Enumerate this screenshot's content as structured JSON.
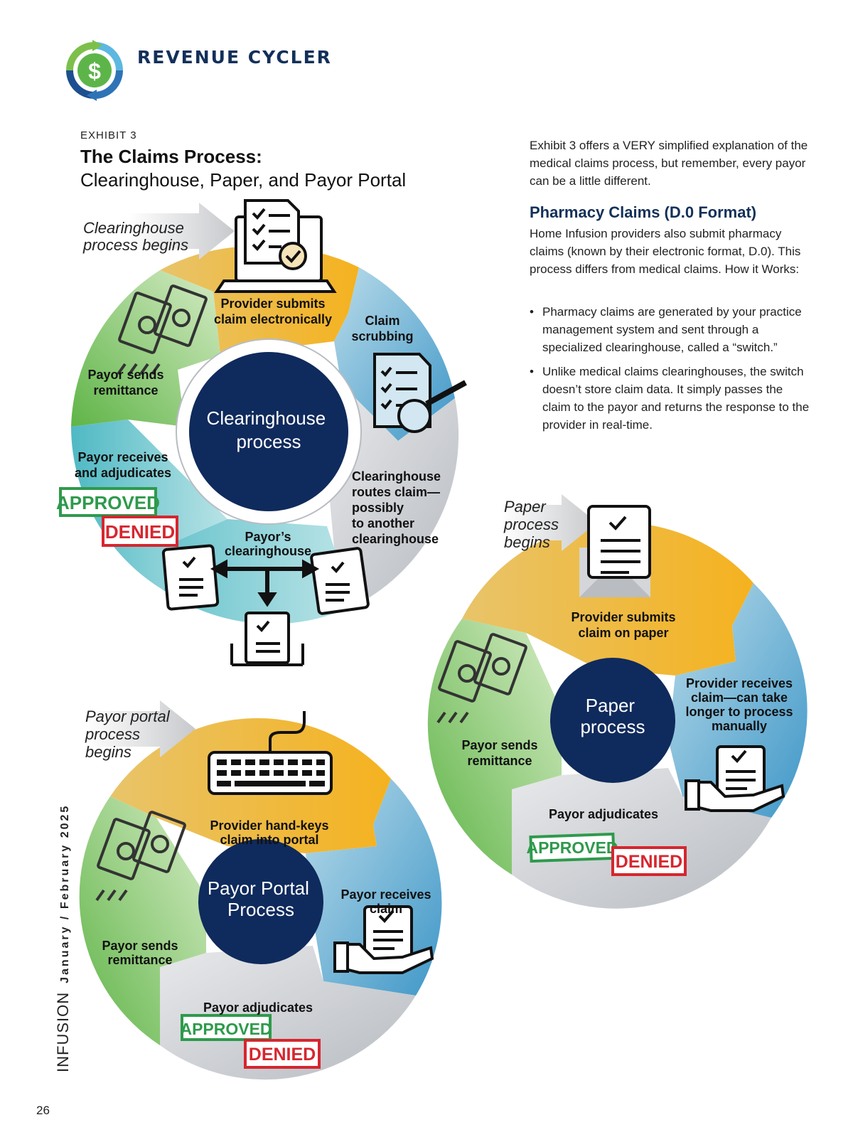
{
  "header": {
    "logo_icon": "dollar-cycle-icon",
    "title": "REVENUE CYCLER"
  },
  "exhibit": {
    "label": "EXHIBIT 3",
    "title": "The Claims Process:",
    "subtitle": "Clearinghouse, Paper, and Payor Portal"
  },
  "intro_text": "Exhibit 3 offers a VERY simplified explanation of the medical claims process, but remember, every payor can be a little different.",
  "pharmacy": {
    "title": "Pharmacy Claims (D.0 Format)",
    "body": "Home Infusion providers also submit pharmacy claims (known by their electronic format, D.0). This process differs from medical claims. How it Works:",
    "bullets": [
      "Pharmacy claims are generated by your practice management system and sent through a specialized clearinghouse, called a “switch.”",
      "Unlike medical claims clearinghouses, the switch doesn’t store claim data. It simply passes the claim to the payor and returns the response to the provider in real-time."
    ]
  },
  "clearinghouse": {
    "start_label": [
      "Clearinghouse",
      "process begins"
    ],
    "center": [
      "Clearinghouse",
      "process"
    ],
    "steps": [
      [
        "Provider submits",
        "claim electronically"
      ],
      [
        "Claim",
        "scrubbing"
      ],
      [
        "Clearinghouse",
        "routes claim—",
        "possibly",
        "to another",
        "clearinghouse"
      ],
      [
        "Payor’s",
        "clearinghouse"
      ],
      [
        "Payor receives",
        "and adjudicates"
      ],
      [
        "Payor sends",
        "remittance"
      ]
    ]
  },
  "paper": {
    "start_label": [
      "Paper",
      "process",
      "begins"
    ],
    "center": [
      "Paper",
      "process"
    ],
    "steps": [
      [
        "Provider submits",
        "claim on paper"
      ],
      [
        "Provider receives",
        "claim—can take",
        "longer to process",
        "manually"
      ],
      [
        "Payor adjudicates"
      ],
      [
        "Payor sends",
        "remittance"
      ]
    ]
  },
  "portal": {
    "start_label": [
      "Payor portal",
      "process",
      "begins"
    ],
    "center": [
      "Payor Portal",
      "Process"
    ],
    "steps": [
      [
        "Provider hand-keys",
        "claim into portal"
      ],
      [
        "Payor receives",
        "claim"
      ],
      [
        "Payor adjudicates"
      ],
      [
        "Payor sends",
        "remittance"
      ]
    ]
  },
  "stamps": {
    "approved": "APPROVED",
    "denied": "DENIED"
  },
  "footer": {
    "magazine": "INFUSION",
    "issue_date": "January / February 2025",
    "page_number": "26"
  },
  "colors": {
    "navy": "#0f2a5c",
    "gold": "#f2b53b",
    "blue": "#4a9ccb",
    "gray": "#c9ccd1",
    "teal": "#63c0c8",
    "green": "#78b94e",
    "stamp_green": "#2e9a4c",
    "stamp_red": "#d6262f"
  }
}
